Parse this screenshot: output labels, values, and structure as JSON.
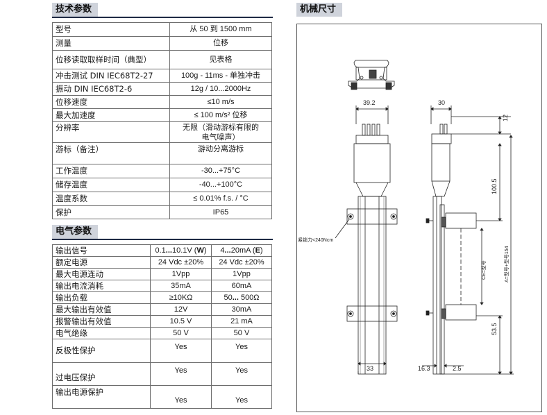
{
  "sections": {
    "tech": "技术参数",
    "elec": "电气参数",
    "mech": "机械尺寸"
  },
  "tech_rows": [
    {
      "label": "型号",
      "value": "从 50 到 1500 mm"
    },
    {
      "label": "测量",
      "value": "位移"
    },
    {
      "label": "位移读取取样时间（典型）",
      "value": "见表格"
    },
    {
      "label": "冲击测试 DIN IEC68T2-27",
      "value": "100g - 11ms - 单独冲击"
    },
    {
      "label": "振动 DIN IEC68T2-6",
      "value": "12g / 10...2000Hz"
    },
    {
      "label": "位移速度",
      "value": "≤10 m/s"
    },
    {
      "label": "最大加速度",
      "value": "≤ 100 m/s² 位移"
    },
    {
      "label": "分辨率",
      "value": "无限（滑动游标有限的",
      "value2": "电气噪声）"
    },
    {
      "label": "游标（备注）",
      "value": "游动分离游标"
    },
    {
      "label": "工作温度",
      "value": "-30...+75°C"
    },
    {
      "label": "储存温度",
      "value": "-40...+100°C"
    },
    {
      "label": "温度系数",
      "value": "≤ 0.01% f.s. / °C"
    },
    {
      "label": "保护",
      "value": "IP65"
    }
  ],
  "elec_rows": [
    {
      "label": "输出信号",
      "v1": "0.1...10.1V (W)",
      "v2": "4...20mA (E)"
    },
    {
      "label": "额定电源",
      "v1": "24 Vdc ±20%",
      "v2": "24 Vdc ±20%"
    },
    {
      "label": "最大电源连动",
      "v1": "1Vpp",
      "v2": "1Vpp"
    },
    {
      "label": "输出电流消耗",
      "v1": "35mA",
      "v2": "60mA"
    },
    {
      "label": "输出负载",
      "v1": "≥10KΩ",
      "v2": "50... 500Ω"
    },
    {
      "label": "最大输出有效值",
      "v1": "12V",
      "v2": "30mA"
    },
    {
      "label": "报警输出有效值",
      "v1": "10.5 V",
      "v2": "21 mA"
    },
    {
      "label": "电气绝缘",
      "v1": "50 V",
      "v2": "50 V"
    },
    {
      "label": "反极性保护",
      "v1": "Yes",
      "v2": "Yes"
    },
    {
      "label": "过电压保护",
      "v1": "Yes",
      "v2": "Yes"
    },
    {
      "label": "输出电源保护",
      "v1": "Yes",
      "v2": "Yes"
    }
  ],
  "drawing": {
    "dim_39_2": "39.2",
    "dim_30": "30",
    "dim_12": "12",
    "dim_100_5": "100.5",
    "dim_53_5": "53.5",
    "dim_33": "33",
    "dim_16_3": "16.3",
    "dim_2_5": "2.5",
    "clamp_note": "紧锁力<240Ncm",
    "ce_label": "CE=型号",
    "a_label": "A=型号+型号154"
  }
}
